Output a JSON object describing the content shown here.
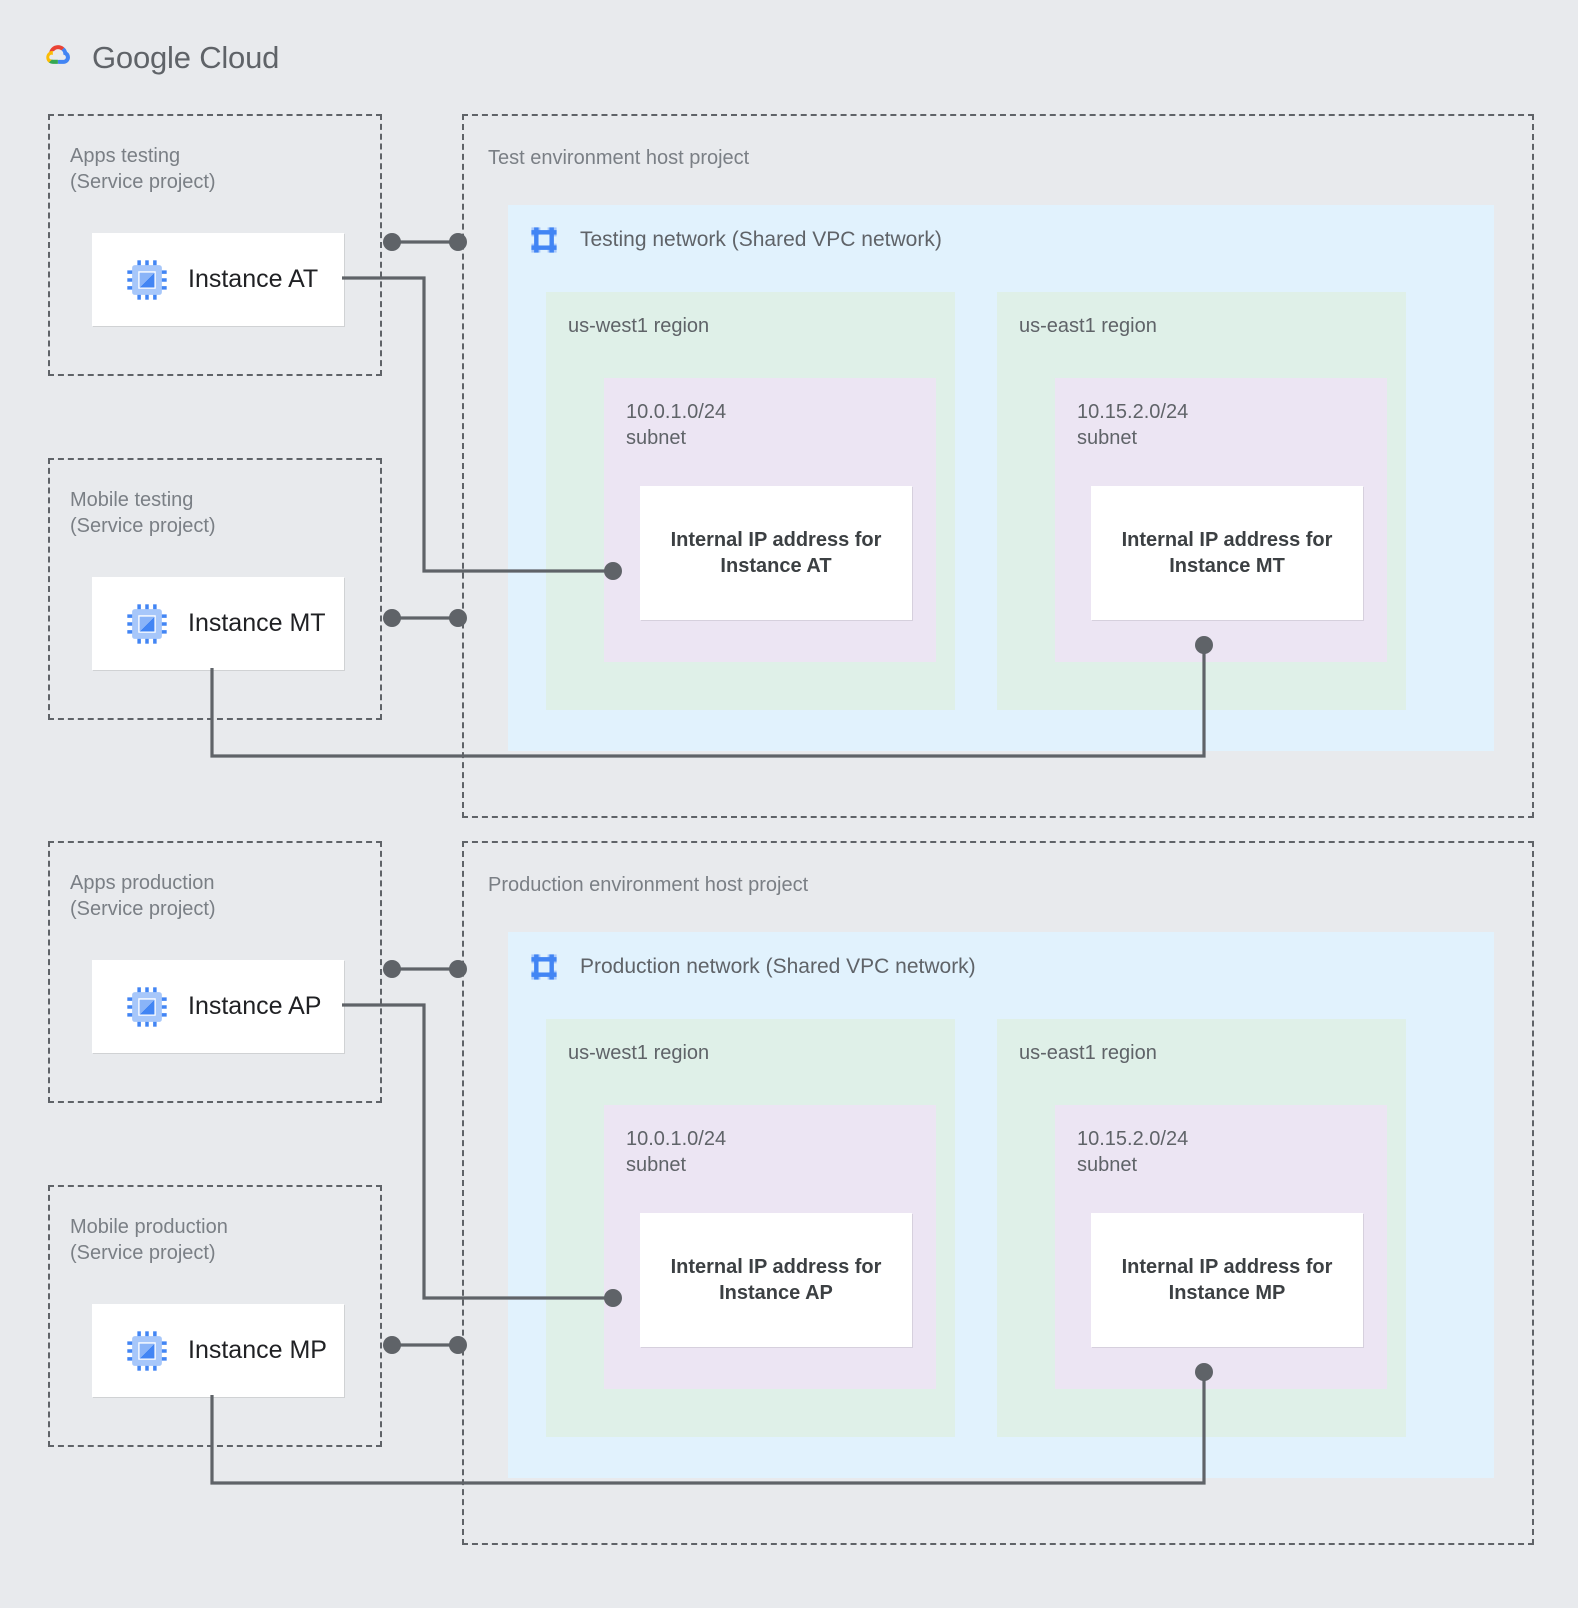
{
  "brand": {
    "name_bold": "Google",
    "name_light": "Cloud",
    "logo_icon": "google-cloud-logo-icon",
    "colors": {
      "background": "#e8eaed",
      "vpc_panel": "#e1f2fd",
      "region_panel": "#dff0e8",
      "subnet_panel": "#ece5f3",
      "connector": "#5f6368",
      "dashed_border": "#5f6368",
      "instance_icon": "#4285f4",
      "text_muted": "#5f6368",
      "text_dark": "#202124"
    }
  },
  "service_projects": [
    {
      "id": "apps-testing",
      "title": "Apps testing\n(Service project)",
      "instance": {
        "label": "Instance AT",
        "icon": "chip-icon"
      }
    },
    {
      "id": "mobile-testing",
      "title": "Mobile testing\n(Service project)",
      "instance": {
        "label": "Instance MT",
        "icon": "chip-icon"
      }
    },
    {
      "id": "apps-production",
      "title": "Apps production\n(Service project)",
      "instance": {
        "label": "Instance AP",
        "icon": "chip-icon"
      }
    },
    {
      "id": "mobile-production",
      "title": "Mobile production\n(Service project)",
      "instance": {
        "label": "Instance MP",
        "icon": "chip-icon"
      }
    }
  ],
  "host_projects": [
    {
      "id": "test-environment",
      "title": "Test environment host project",
      "network": {
        "title": "Testing network (Shared VPC network)",
        "icon": "vpc-network-icon"
      },
      "regions": [
        {
          "name": "us-west1 region",
          "subnet": {
            "cidr_label": "10.0.1.0/24\nsubnet",
            "ip_box": "Internal IP address for\nInstance AT"
          }
        },
        {
          "name": "us-east1 region",
          "subnet": {
            "cidr_label": "10.15.2.0/24\nsubnet",
            "ip_box": "Internal IP address for\nInstance MT"
          }
        }
      ]
    },
    {
      "id": "production-environment",
      "title": "Production environment host project",
      "network": {
        "title": "Production network (Shared VPC network)",
        "icon": "vpc-network-icon"
      },
      "regions": [
        {
          "name": "us-west1 region",
          "subnet": {
            "cidr_label": "10.0.1.0/24\nsubnet",
            "ip_box": "Internal IP address for\nInstance AP"
          }
        },
        {
          "name": "us-east1 region",
          "subnet": {
            "cidr_label": "10.15.2.0/24\nsubnet",
            "ip_box": "Internal IP address for\nInstance MP"
          }
        }
      ]
    }
  ]
}
